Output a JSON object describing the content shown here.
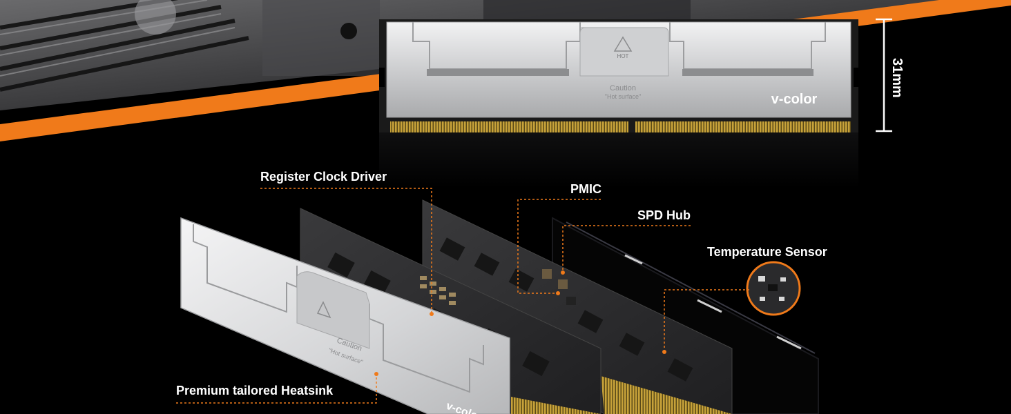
{
  "product": {
    "brand_text": "v-color",
    "caution_text": "Caution",
    "hot_surface_text": "\"Hot surface\"",
    "hot_icon_text": "HOT",
    "dimension_label": "31mm"
  },
  "callouts": {
    "register_clock_driver": "Register Clock Driver",
    "pmic": "PMIC",
    "spd_hub": "SPD Hub",
    "temperature_sensor": "Temperature Sensor",
    "heatsink": "Premium tailored Heatsink"
  },
  "colors": {
    "accent_orange": "#F07A1A",
    "background": "#000000",
    "heatsink_silver": "#D9DADC",
    "pcb_dark": "#2B2B2D",
    "gold_contacts": "#B8942E"
  }
}
